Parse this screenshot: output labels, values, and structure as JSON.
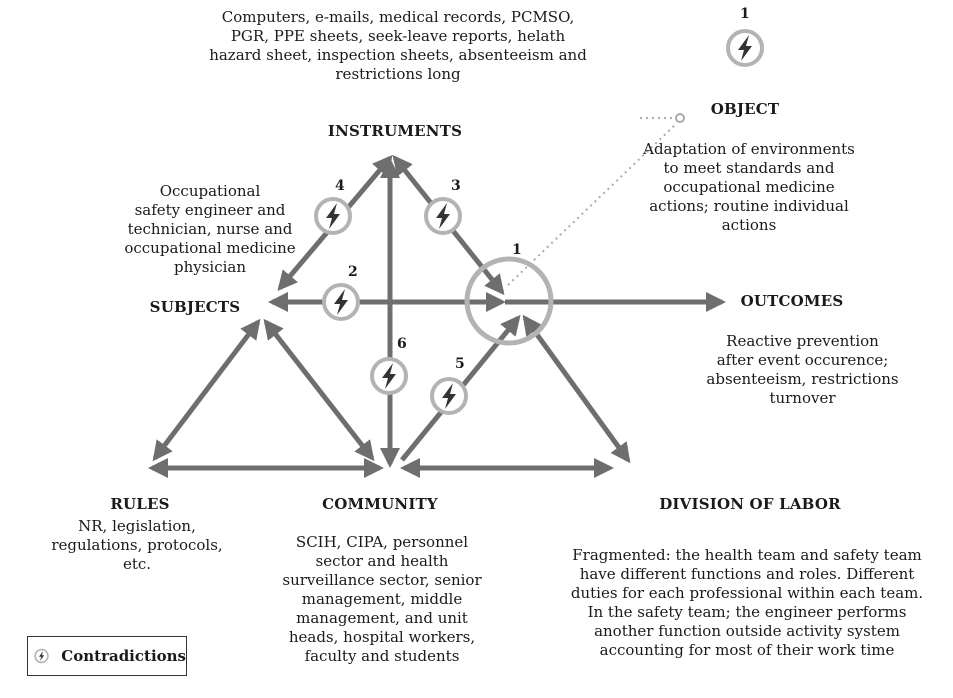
{
  "nodes": {
    "instruments": {
      "title": "INSTRUMENTS",
      "description": [
        "Computers, e-mails, medical records, PCMSO,",
        "PGR, PPE sheets, seek-leave reports, helath",
        "hazard sheet, inspection sheets, absenteeism and",
        "restrictions long"
      ]
    },
    "object": {
      "title": "OBJECT",
      "description": [
        "Adaptation of environments",
        "to meet standards and",
        "occupational medicine",
        "actions; routine individual",
        "actions"
      ]
    },
    "subjects": {
      "title": "SUBJECTS",
      "description": [
        "Occupational",
        "safety engineer and",
        "technician, nurse and",
        "occupational medicine",
        "physician"
      ]
    },
    "outcomes": {
      "title": "OUTCOMES",
      "description": [
        "Reactive prevention",
        "after event occurence;",
        "absenteeism, restrictions",
        "turnover"
      ]
    },
    "rules": {
      "title": "RULES",
      "description": [
        "NR, legislation,",
        "regulations, protocols,",
        "etc."
      ]
    },
    "community": {
      "title": "COMMUNITY",
      "description": [
        "SCIH, CIPA, personnel",
        "sector and health",
        "surveillance sector, senior",
        "management, middle",
        "management, and unit",
        "heads, hospital workers,",
        "faculty and students"
      ]
    },
    "division": {
      "title": "DIVISION OF LABOR",
      "description": [
        "Fragmented: the health team and safety team",
        "have different functions and roles. Different",
        "duties for each professional within each team.",
        "In the safety team; the engineer performs",
        "another function outside activity system",
        "accounting for most of their work time"
      ]
    }
  },
  "contradictions": [
    {
      "id": "object-marker",
      "label": "1"
    },
    {
      "id": "c1",
      "label": "1"
    },
    {
      "id": "c2",
      "label": "2"
    },
    {
      "id": "c3",
      "label": "3"
    },
    {
      "id": "c4",
      "label": "4"
    },
    {
      "id": "c5",
      "label": "5"
    },
    {
      "id": "c6",
      "label": "6"
    }
  ],
  "legend": {
    "label": "Contradictions",
    "icon": "lightning-circle-icon"
  },
  "colors": {
    "arrow": "#6e6e6e",
    "ring": "#b3b3b3",
    "text": "#1a1a1a"
  }
}
